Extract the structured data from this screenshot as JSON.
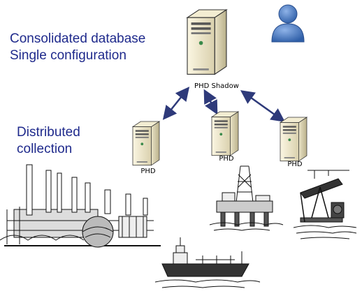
{
  "headings": {
    "top_line1": "Consolidated database",
    "top_line2": "Single configuration",
    "mid_line1": "Distributed",
    "mid_line2": "collection"
  },
  "servers": {
    "central_label": "PHD Shadow",
    "left_label": "PHD",
    "middle_label": "PHD",
    "right_label": "PHD"
  },
  "icons": {
    "central": "server-tower-icon",
    "user": "user-person-icon",
    "refinery": "refinery-icon",
    "rig": "offshore-oil-rig-icon",
    "pump": "pumpjack-icon",
    "ship": "tanker-ship-icon"
  },
  "colors": {
    "heading": "#1f2a8c",
    "arrow": "#2e3a7a",
    "person": "#4f7fc7"
  }
}
